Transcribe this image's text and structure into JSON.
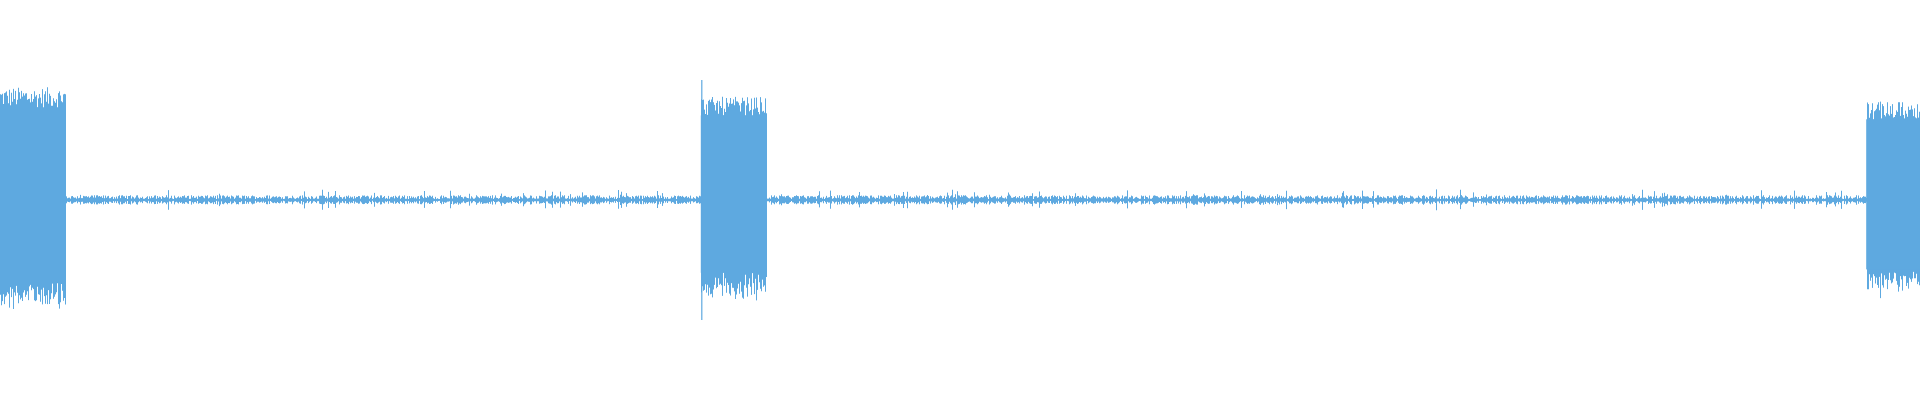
{
  "waveform": {
    "color": "#5ea9e0",
    "background": "#ffffff",
    "bursts": [
      {
        "start": 0.0,
        "end": 0.034,
        "amplitude": 0.94
      },
      {
        "start": 0.365,
        "end": 0.399,
        "amplitude": 0.86
      },
      {
        "start": 0.972,
        "end": 1.0,
        "amplitude": 0.82
      }
    ],
    "baseline_amplitude": 0.04,
    "transient_peaks": [
      {
        "position": 0.3655,
        "amplitude": 1.0
      }
    ]
  }
}
